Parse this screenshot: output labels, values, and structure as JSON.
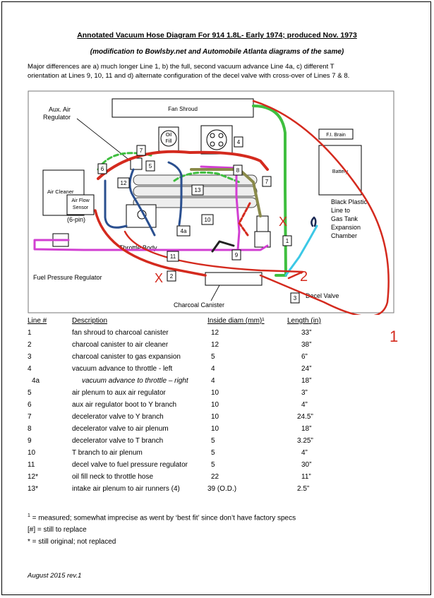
{
  "document": {
    "title": "Annotated Vacuum Hose Diagram For 914 1.8L- Early 1974; produced Nov. 1973",
    "subtitle": "(modification to Bowlsby.net and Automobile Atlanta diagrams of the same)",
    "intro_line1": "Major differences are a) much longer Line 1, b) the full, second vacuum advance Line 4a, c) different T",
    "intro_line2": "orientation at Lines 9, 10, 11 and d) alternate configuration of the decel valve with cross-over of Lines 7 & 8."
  },
  "diagram": {
    "fan_shroud": "Fan Shroud",
    "fi_brain": "F.I. Brain",
    "battery": "Battery",
    "aux_air_regulator_l1": "Aux. Air",
    "aux_air_regulator_l2": "Regulator",
    "oil_fill_l1": "Oil",
    "oil_fill_l2": "Fill",
    "air_cleaner": "Air Cleaner",
    "air_flow_sensor_l1": "Air Flow",
    "air_flow_sensor_l2": "Sensor",
    "six_pin": "(6-pin)",
    "throttle_body": "Throttle Body",
    "fuel_pressure_regulator": "Fuel Pressure Regulator",
    "charcoal_canister": "Charcoal Canister",
    "decel_valve": "Decel Valve",
    "black_plastic_l1": "Black Plastic",
    "black_plastic_l2": "Line to",
    "black_plastic_l3": "Gas Tank",
    "black_plastic_l4": "Expansion",
    "black_plastic_l5": "Chamber",
    "tags": {
      "t1": "1",
      "t2": "2",
      "t3": "3",
      "t4": "4",
      "t4a": "4a",
      "t5": "5",
      "t6": "6",
      "t7a": "7",
      "t7b": "7",
      "t8": "8",
      "t9": "9",
      "t10": "10",
      "t11": "11",
      "t12": "12",
      "t13": "13"
    },
    "red_notes": {
      "x1": "X",
      "x2": "X",
      "n2": "2",
      "n1": "1"
    }
  },
  "table": {
    "headers": {
      "line": "Line #",
      "description": "Description",
      "diam": "Inside diam (mm)¹",
      "length": "Length (in)"
    },
    "rows": [
      {
        "line": "1",
        "description": "fan shroud to charcoal canister",
        "diam": "12",
        "length": "33”"
      },
      {
        "line": "2",
        "description": "charcoal canister to air cleaner",
        "diam": "12",
        "length": "38”"
      },
      {
        "line": "3",
        "description": "charcoal canister to gas expansion",
        "diam": "5",
        "length": "6”"
      },
      {
        "line": "4",
        "description": "vacuum advance to throttle - left",
        "diam": "4",
        "length": "24”"
      },
      {
        "line": "4a",
        "description": "vacuum advance to throttle – right",
        "diam": "4",
        "length": "18”"
      },
      {
        "line": "5",
        "description": "air plenum to aux air regulator",
        "diam": "10",
        "length": "3”"
      },
      {
        "line": "6",
        "description": "aux air regulator boot to Y branch",
        "diam": "10",
        "length": "4”"
      },
      {
        "line": "7",
        "description": "decelerator valve to Y branch",
        "diam": "10",
        "length": "24.5”"
      },
      {
        "line": "8",
        "description": "decelerator valve to air plenum",
        "diam": "10",
        "length": "18”"
      },
      {
        "line": "9",
        "description": "decelerator valve to T branch",
        "diam": "5",
        "length": "3.25”"
      },
      {
        "line": "10",
        "description": "T branch to air plenum",
        "diam": "5",
        "length": "4”"
      },
      {
        "line": "11",
        "description": "decel valve to fuel pressure regulator",
        "diam": "5",
        "length": "30”"
      },
      {
        "line": "12*",
        "description": "oil fill neck to throttle hose",
        "diam": "22",
        "length": "11”"
      },
      {
        "line": "13*",
        "description": "intake air plenum to air runners (4)",
        "diam": "39 (O.D.)",
        "length": "2.5”"
      }
    ]
  },
  "notes": {
    "n1_sup": "1",
    "n1": " = measured; somewhat imprecise as went by ‘best fit’ since don’t have factory specs",
    "n2": "[#] = still to replace",
    "n3": "* = still original; not replaced"
  },
  "footer": "August 2015    rev.1",
  "colors": {
    "green": "#3fbf3f",
    "red": "#d42a1e",
    "blue": "#2a4f8f",
    "magenta": "#d23fd2",
    "olive": "#8a8a4a",
    "cyan": "#3cc8e6",
    "darkred": "#b81e1e"
  }
}
